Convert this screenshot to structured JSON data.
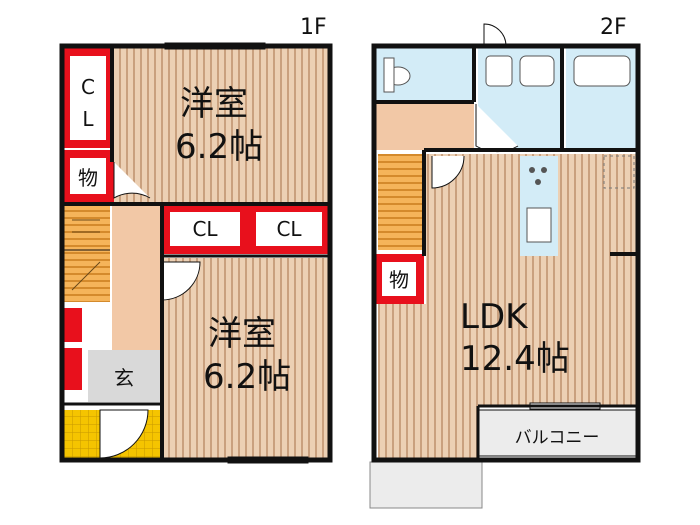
{
  "floors": {
    "first": {
      "label": "1F",
      "room_top": {
        "name": "洋室",
        "size": "6.2帖"
      },
      "room_bottom": {
        "name": "洋室",
        "size": "6.2帖"
      },
      "closet_left": {
        "line1": "C",
        "line2": "L"
      },
      "storage": "物",
      "closet_a": "CL",
      "closet_b": "CL",
      "entrance": "玄"
    },
    "second": {
      "label": "2F",
      "ldk": {
        "name": "LDK",
        "size": "12.4帖"
      },
      "storage": "物",
      "balcony": "バルコニー"
    }
  },
  "colors": {
    "wood": "#e9c8a8",
    "wood_stripe": "#c79e7c",
    "wall": "#111111",
    "storage_red": "#e8101c",
    "wet_area": "#d3ecf7",
    "entrance_gray": "#d9d9d9",
    "genkan_tile": "#f5c400",
    "stairs": "#f0a542",
    "balcony": "#ececec",
    "hall": "#f2c8a6"
  }
}
